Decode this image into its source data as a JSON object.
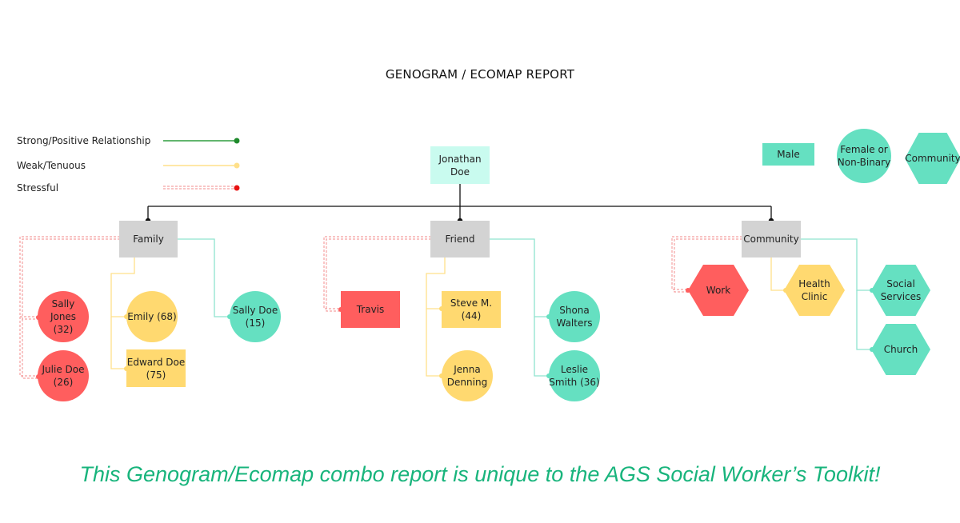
{
  "title": "GENOGRAM / ECOMAP REPORT",
  "legend": {
    "strong": "Strong/Positive Relationship",
    "weak": "Weak/Tenuous",
    "stressful": "Stressful"
  },
  "shape_key": {
    "male": "Male",
    "female": "Female or\nNon-Binary",
    "community": "Community"
  },
  "root": {
    "name": "Jonathan\nDoe"
  },
  "groups": {
    "family": "Family",
    "friend": "Friend",
    "community": "Community"
  },
  "family_members": {
    "sally_jones": "Sally Jones\n(32)",
    "julie_doe": "Julie Doe\n(26)",
    "emily": "Emily (68)",
    "edward_doe": "Edward Doe\n(75)",
    "sally_doe": "Sally Doe\n(15)"
  },
  "friend_members": {
    "travis": "Travis",
    "steve": "Steve M.\n(44)",
    "jenna": "Jenna\nDenning",
    "shona": "Shona\nWalters",
    "leslie": "Leslie\nSmith (36)"
  },
  "community_members": {
    "work": "Work",
    "health": "Health\nClinic",
    "social": "Social\nServices",
    "church": "Church"
  },
  "colors": {
    "strong": "#2e9e3e",
    "weak": "#ffe08a",
    "stressful": "#f07070",
    "mint": "#65e0c1",
    "yellow": "#ffd970",
    "red": "#ff5e5e",
    "gray": "#d3d3d3"
  },
  "footer": "This Genogram/Ecomap combo report is unique to the AGS Social Worker’s Toolkit!"
}
